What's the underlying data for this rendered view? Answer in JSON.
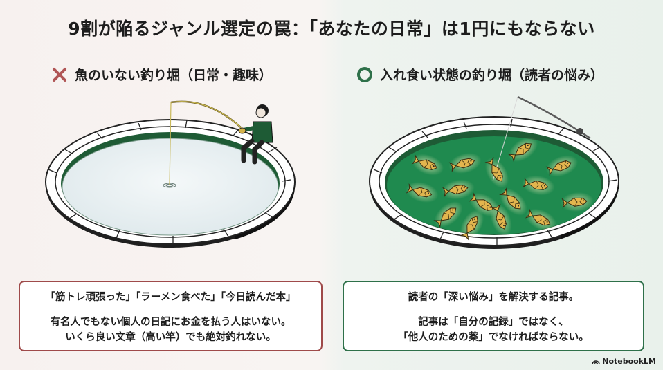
{
  "title": "9割が陥るジャンル選定の罠：「あなたの日常」は1円にもならない",
  "left": {
    "heading": "魚のいない釣り堀（日常・趣味）",
    "mark_icon": "cross-icon",
    "box": {
      "line1": "「筋トレ頑張った」「ラーメン食べた」「今日読んだ本」",
      "line2": "有名人でもない個人の日記にお金を払う人はいない。",
      "line3": "いくら良い文章（高い竿）でも絶対釣れない。"
    }
  },
  "right": {
    "heading": "入れ食い状態の釣り堀（読者の悩み）",
    "mark_icon": "circle-icon",
    "box": {
      "line1": "読者の「深い悩み」を解決する記事。",
      "line2": "記事は「自分の記録」ではなく、",
      "line3": "「他人のための薬」でなければならない。"
    }
  },
  "brand": "NotebookLM",
  "colors": {
    "accent_red": "#9f4a4a",
    "accent_green": "#2e7049",
    "pond_green": "#1f8a4f",
    "rim_green": "#1e5b35",
    "fish_gold": "#e2b54e"
  }
}
